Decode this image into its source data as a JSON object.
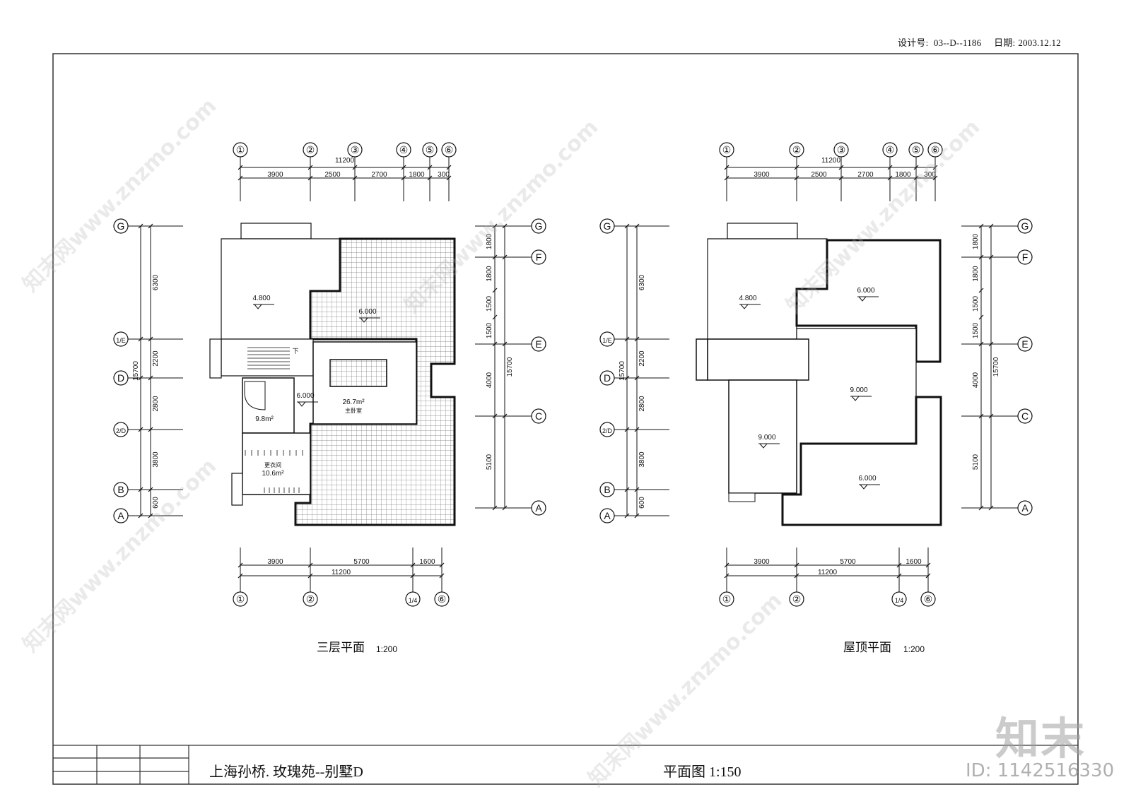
{
  "header": {
    "design_no_label": "设计号:",
    "design_no": "03--D--1186",
    "date_label": "日期:",
    "date": "2003.12.12"
  },
  "plans": [
    {
      "id": "third-floor",
      "title": "三层平面",
      "scale": "1:200",
      "axes_top": [
        "①",
        "②",
        "③",
        "④",
        "⑤",
        "⑥"
      ],
      "axes_bottom": [
        "①",
        "②",
        "1/4",
        "⑥"
      ],
      "dims_top": [
        "3900",
        "2500",
        "2700",
        "1800",
        "300"
      ],
      "dims_top_total": "11200",
      "dims_bottom": [
        "3900",
        "5700",
        "1600"
      ],
      "dims_bottom_total": "11200",
      "axes_left": [
        "G",
        "1/E",
        "D",
        "2/D",
        "B",
        "A"
      ],
      "dims_left": [
        "6300",
        "2200",
        "2800",
        "3800",
        "600"
      ],
      "dims_left_total": "15700",
      "axes_right": [
        "G",
        "F",
        "E",
        "C",
        "A"
      ],
      "dims_right": [
        "1800",
        "1800",
        "1500",
        "1500",
        "4000",
        "5100"
      ],
      "dims_right_total": "15700",
      "levels": [
        "4.800",
        "6.000",
        "6.000"
      ],
      "rooms": [
        {
          "area": "26.7m²",
          "name": "主卧室"
        },
        {
          "area": "9.8m²",
          "name": ""
        },
        {
          "area": "10.6m²",
          "name": "更衣间"
        }
      ],
      "stair_note": "下"
    },
    {
      "id": "roof",
      "title": "屋顶平面",
      "scale": "1:200",
      "axes_top": [
        "①",
        "②",
        "③",
        "④",
        "⑤",
        "⑥"
      ],
      "axes_bottom": [
        "①",
        "②",
        "1/4",
        "⑥"
      ],
      "dims_top": [
        "3900",
        "2500",
        "2700",
        "1800",
        "300"
      ],
      "dims_top_total": "11200",
      "dims_bottom": [
        "3900",
        "5700",
        "1600"
      ],
      "dims_bottom_total": "11200",
      "axes_left": [
        "G",
        "1/E",
        "D",
        "2/D",
        "B",
        "A"
      ],
      "dims_left": [
        "6300",
        "2200",
        "2800",
        "3800",
        "600"
      ],
      "dims_left_total": "15700",
      "axes_right": [
        "G",
        "F",
        "E",
        "C",
        "A"
      ],
      "dims_right": [
        "1800",
        "1800",
        "1500",
        "1500",
        "4000",
        "5100"
      ],
      "dims_right_total": "15700",
      "levels": [
        "4.800",
        "6.000",
        "9.000",
        "9.000",
        "6.000"
      ]
    }
  ],
  "title_block": {
    "project": "上海孙桥. 玫瑰苑--别墅D",
    "sheet": "平面图  1:150"
  },
  "watermark": {
    "logo": "知末",
    "id": "ID: 1142516330",
    "site": "知末网www.znzmo.com"
  }
}
